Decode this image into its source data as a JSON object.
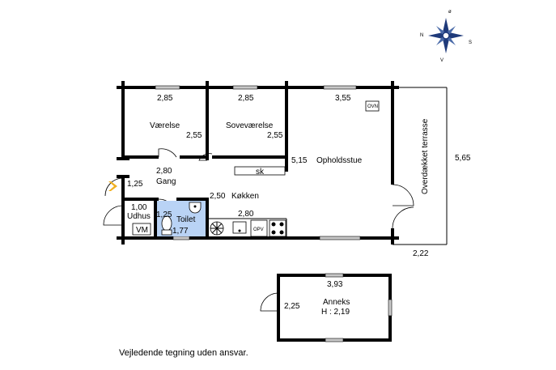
{
  "compass": {
    "n": "N",
    "o": "ø",
    "s": "S",
    "v": "V"
  },
  "rooms": {
    "vaerelse": {
      "name": "Værelse",
      "width": "2,85",
      "depth": "2,55"
    },
    "sovevaerelse": {
      "name": "Soveværelse",
      "width": "2,85",
      "depth": "2,55"
    },
    "opholdsstue": {
      "name": "Opholdsstue",
      "width": "3,55",
      "depth": "5,15"
    },
    "gang": {
      "name": "Gang",
      "width": "2,80"
    },
    "kokken": {
      "name": "Køkken",
      "width": "2,80",
      "depth": "2,50"
    },
    "toilet": {
      "name": "Toilet",
      "width": "1,25",
      "depth": "1,77"
    },
    "udhus": {
      "name": "Udhus",
      "width": "1,00"
    },
    "entry": {
      "depth": "1,25"
    },
    "terrasse": {
      "name": "Overdækket terrasse",
      "depth": "5,65",
      "width": "2,22"
    },
    "anneks": {
      "name": "Anneks",
      "height_label": "H : 2,19",
      "width": "3,93",
      "depth": "2,25"
    }
  },
  "fixtures": {
    "oven": "OVN",
    "wardrobe": "sk",
    "washer": "VM",
    "dishwasher": "OPV"
  },
  "colors": {
    "toilet_fill": "#b9d3f5",
    "entrance_arrow": "#f2b01e",
    "window_fill": "#c8c8c8"
  },
  "disclaimer": "Vejledende tegning uden ansvar."
}
